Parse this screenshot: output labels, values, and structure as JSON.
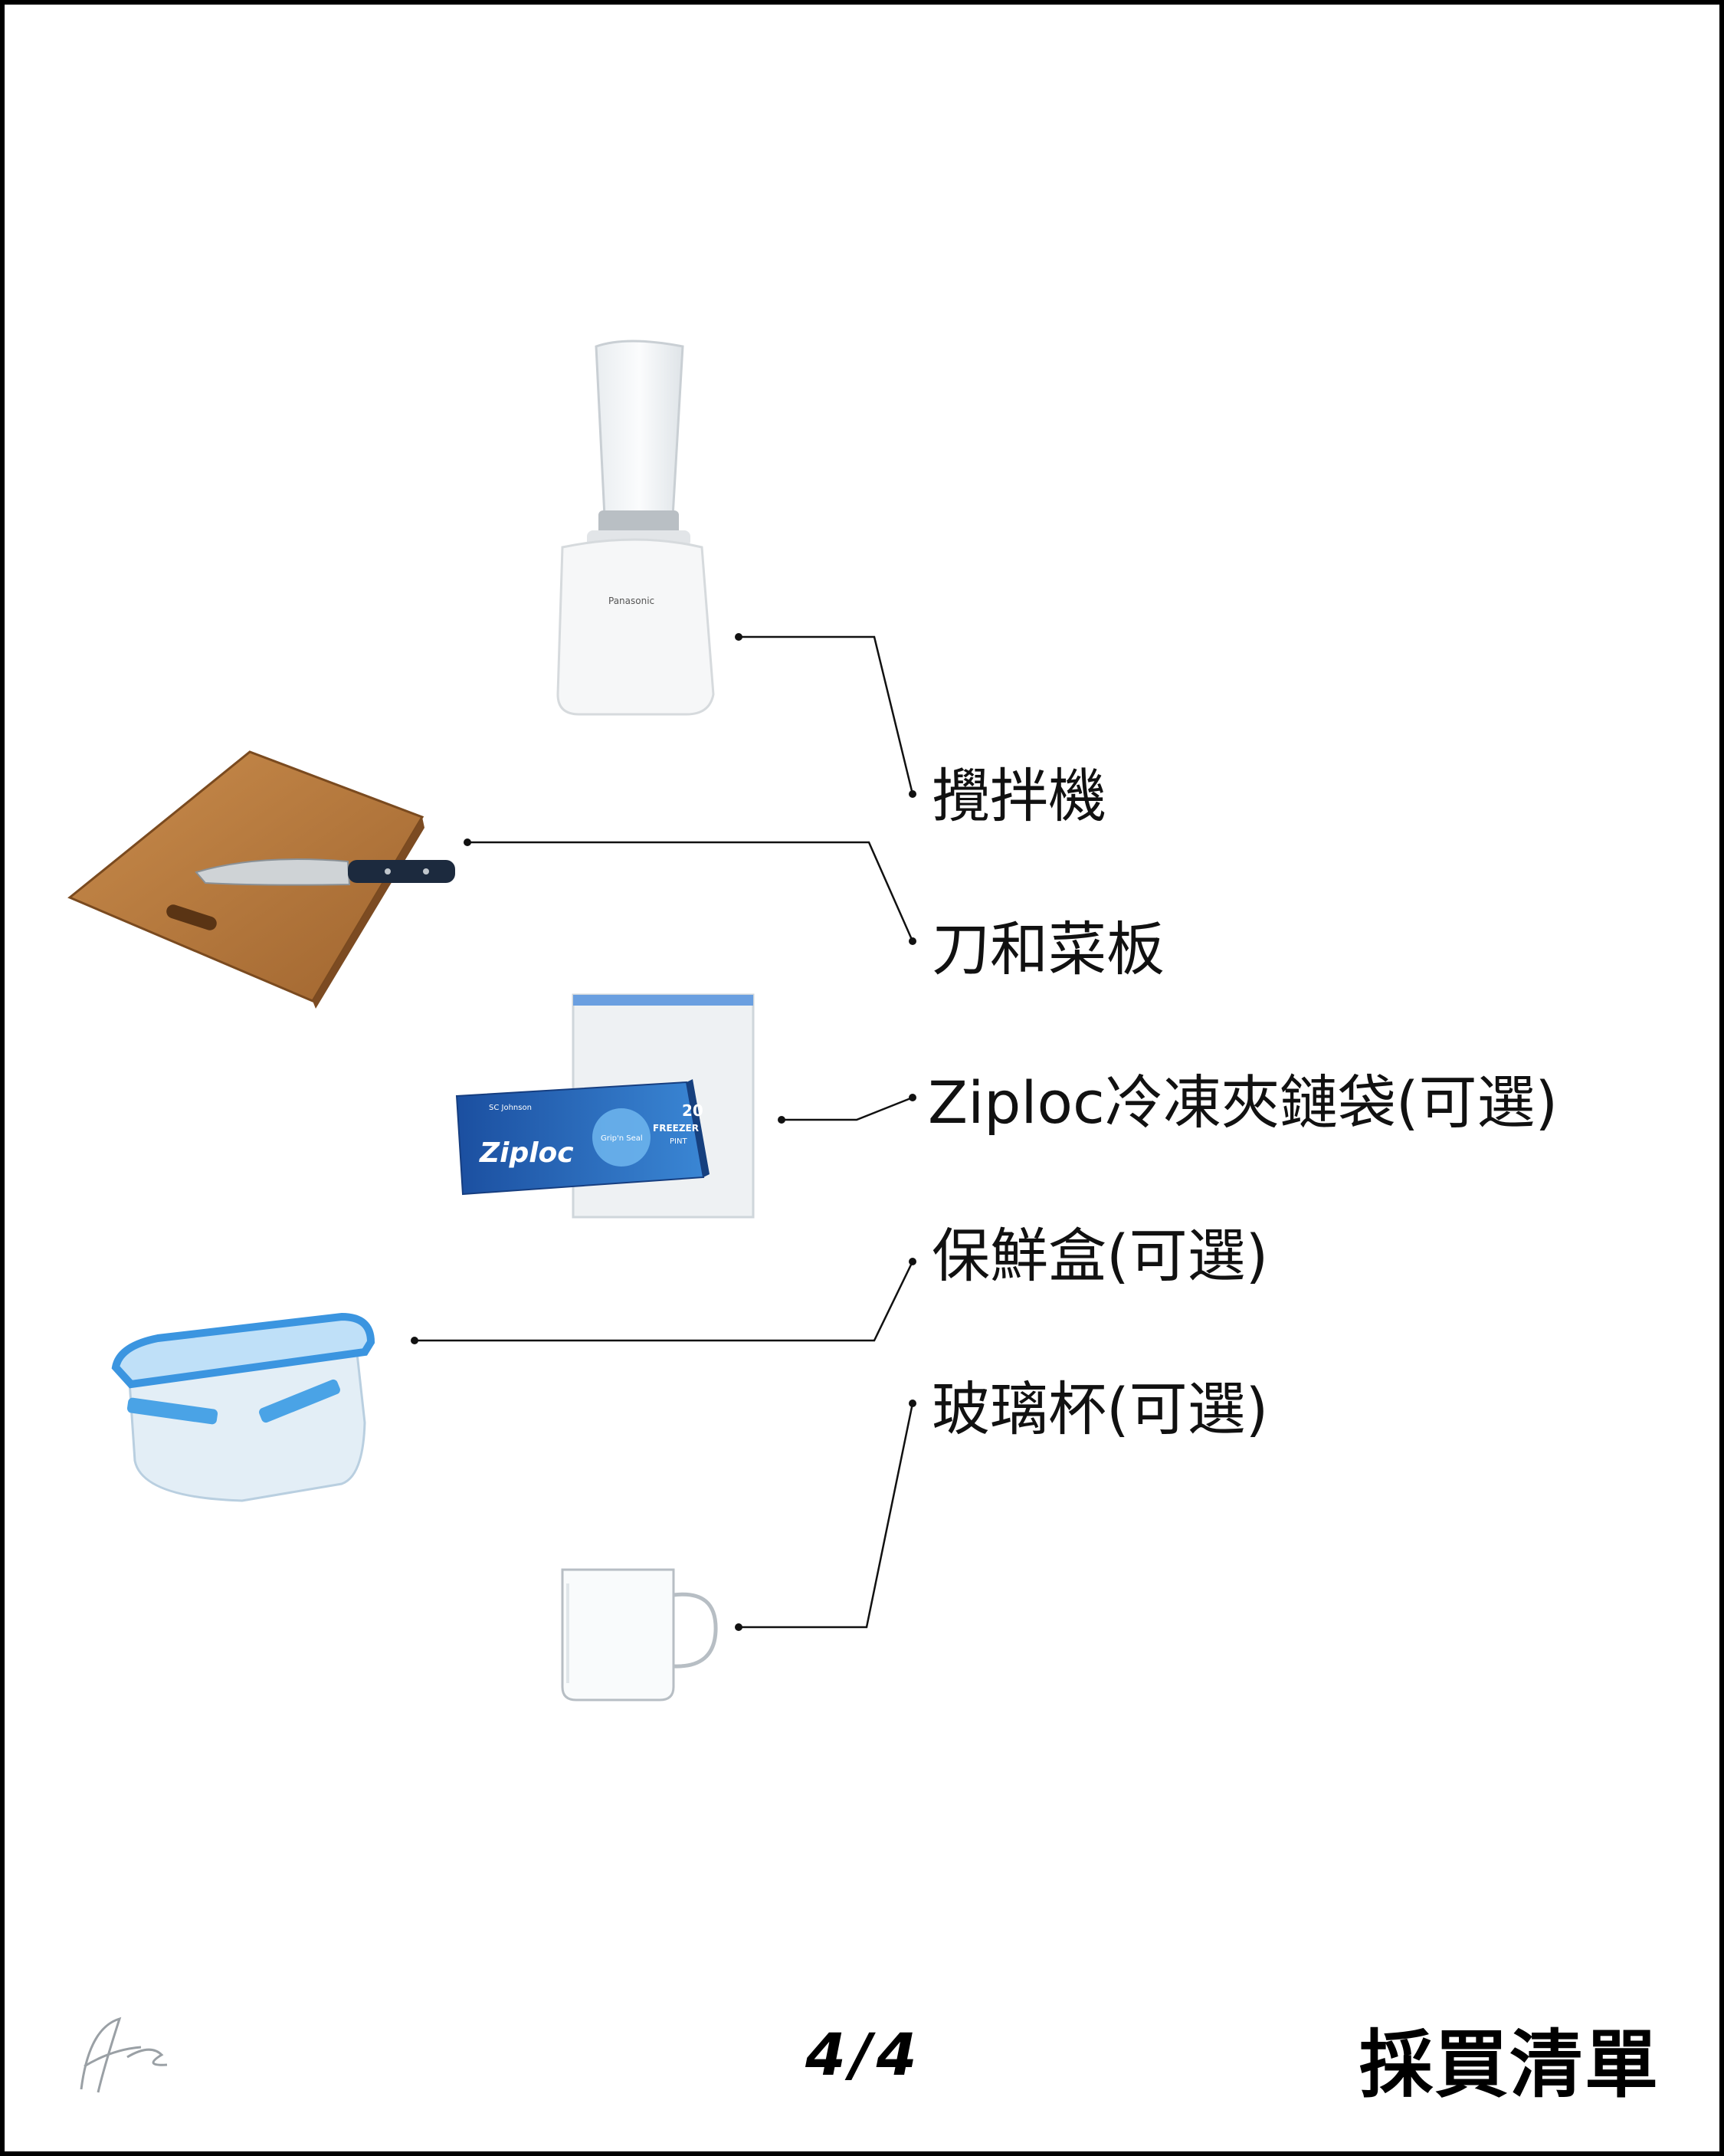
{
  "items": [
    {
      "label": "攪拌機"
    },
    {
      "label": "刀和菜板"
    },
    {
      "label": "Ziploc冷凍夾鏈袋(可選)"
    },
    {
      "label": "保鮮盒(可選)"
    },
    {
      "label": "玻璃杯(可選)"
    }
  ],
  "product_print": {
    "blender_brand": "Panasonic",
    "bag_brand": "Ziploc",
    "bag_count": "20",
    "bag_type": "FREEZER",
    "bag_size": "PINT",
    "bag_maker": "SC Johnson",
    "bag_seal": "Grip'n Seal"
  },
  "footer": {
    "page_number": "4/4",
    "title": "採買清單"
  },
  "colors": {
    "border": "#000000",
    "line": "#111111",
    "wood": "#b87a3e",
    "ziploc_blue": "#1f5fb8",
    "lid_blue": "#4aa3e6"
  }
}
